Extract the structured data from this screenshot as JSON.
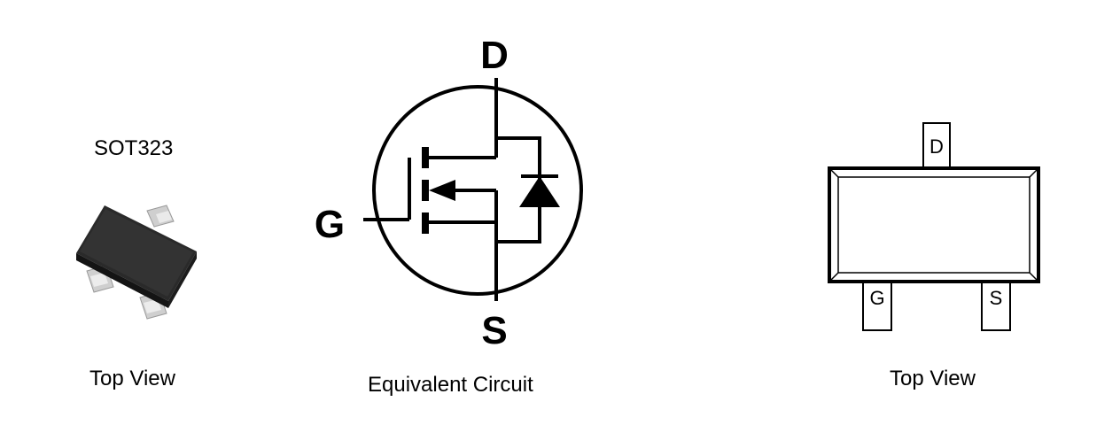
{
  "package": {
    "name": "SOT323",
    "caption": "Top View"
  },
  "circuit": {
    "caption": "Equivalent Circuit",
    "pin_drain": "D",
    "pin_gate": "G",
    "pin_source": "S"
  },
  "pinout": {
    "caption": "Top View",
    "pin_drain": "D",
    "pin_gate": "G",
    "pin_source": "S"
  }
}
